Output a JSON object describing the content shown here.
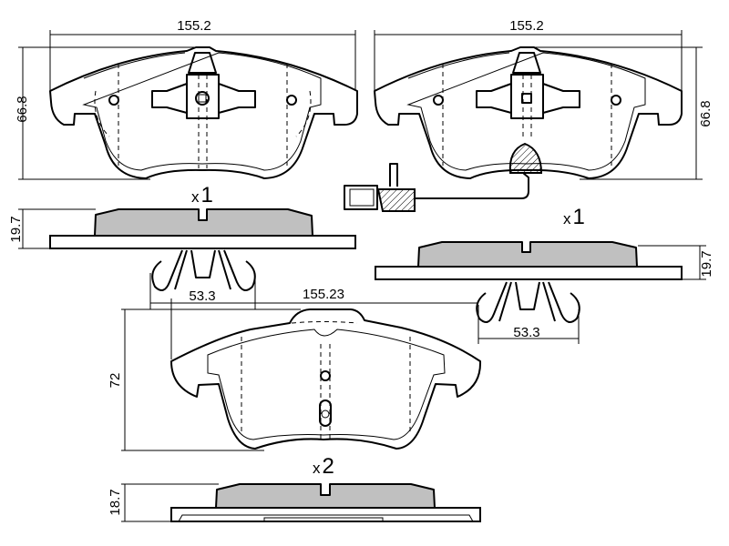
{
  "pad_front_left": {
    "width": "155.2",
    "height": "66.8"
  },
  "pad_front_right": {
    "width": "155.2",
    "height": "66.8"
  },
  "side_view_left": {
    "quantity_prefix": "x",
    "quantity": "1",
    "thickness": "19.7"
  },
  "side_view_right": {
    "quantity_prefix": "x",
    "quantity": "1",
    "thickness": "19.7"
  },
  "clip_left": {
    "width": "53.3"
  },
  "clip_right": {
    "width": "53.3"
  },
  "pad_rear": {
    "width": "155.23",
    "height": "72"
  },
  "side_view_rear": {
    "quantity_prefix": "x",
    "quantity": "2",
    "thickness": "18.7"
  },
  "colors": {
    "friction_material": "#c0c0c0",
    "lines": "#000000"
  }
}
